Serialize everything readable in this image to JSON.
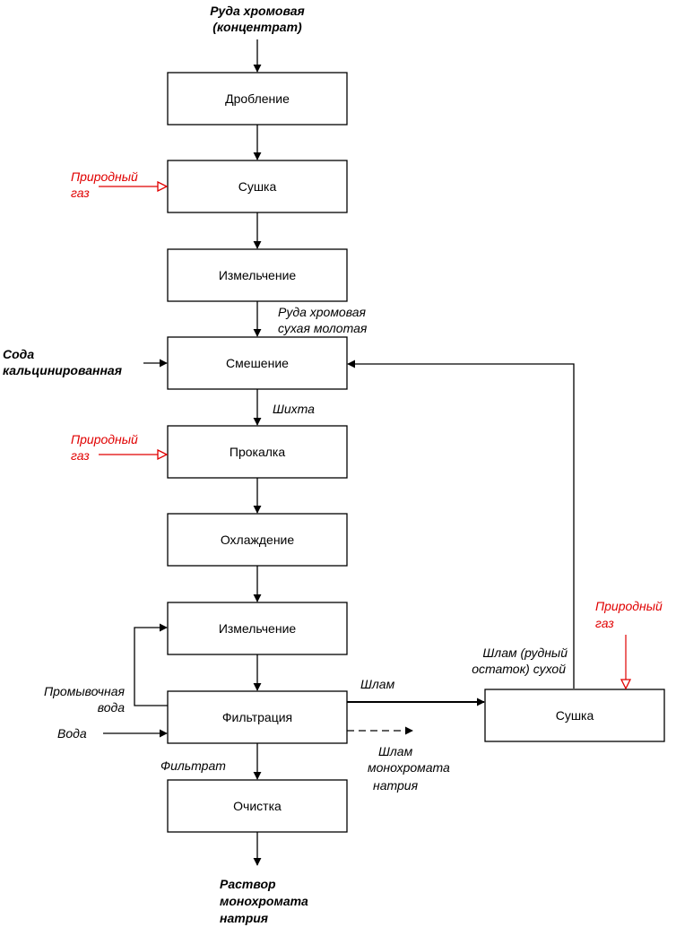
{
  "colors": {
    "line": "#000000",
    "accent_red": "#e00000"
  },
  "inputs": {
    "ore": [
      "Руда хромовая",
      "(концентрат)"
    ],
    "natural_gas_1": [
      "Природный",
      "газ"
    ],
    "soda": [
      "Сода",
      "кальцинированная"
    ],
    "natural_gas_2": [
      "Природный",
      "газ"
    ],
    "washing_water": [
      "Промывочная",
      "вода"
    ],
    "water": "Вода",
    "natural_gas_3": [
      "Природный",
      "газ"
    ]
  },
  "steps": {
    "crushing": "Дробление",
    "drying": "Сушка",
    "grinding": "Измельчение",
    "mixing": "Смешение",
    "calcination": "Прокалка",
    "cooling": "Охлаждение",
    "grinding_2": "Измельчение",
    "filtration": "Фильтрация",
    "purification": "Очистка",
    "sludge_drying": "Сушка"
  },
  "flows": {
    "dry_ground_ore": [
      "Руда хромовая",
      "сухая молотая"
    ],
    "charge": "Шихта",
    "sludge": "Шлам",
    "dry_sludge": [
      "Шлам (рудный",
      "остаток) сухой"
    ],
    "chromate_sludge": [
      "Шлам",
      "монохромата",
      "натрия"
    ],
    "filtrate": "Фильтрат"
  },
  "output": [
    "Раствор",
    "монохромата",
    "натрия"
  ]
}
